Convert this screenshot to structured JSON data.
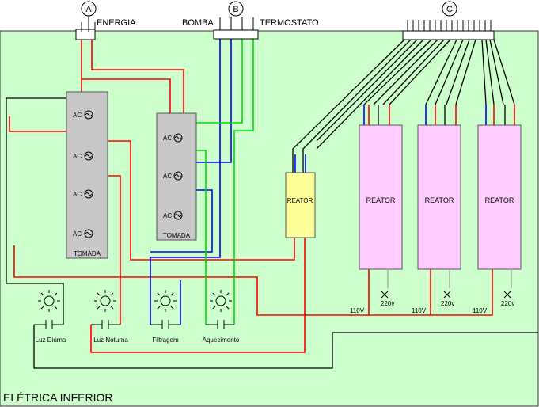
{
  "connectors": {
    "a": {
      "letter": "A",
      "label": "ENERGIA"
    },
    "b": {
      "letter": "B",
      "label_left": "BOMBA",
      "label_right": "TERMOSTATO"
    },
    "c": {
      "letter": "C"
    }
  },
  "panel_title": "ELÉTRICA INFERIOR",
  "tomada_left": {
    "label": "TOMADA",
    "outlets": [
      "AC",
      "AC",
      "AC",
      "AC"
    ]
  },
  "tomada_right": {
    "label": "TOMADA",
    "outlets": [
      "AC",
      "AC",
      "AC"
    ]
  },
  "reactors": [
    {
      "label": "REATOR"
    },
    {
      "label": "REATOR"
    },
    {
      "label": "REATOR"
    },
    {
      "label": "REATOR"
    }
  ],
  "voltages": {
    "low": "110V",
    "high": "220v"
  },
  "loads": [
    {
      "label": "Luz Diúrna"
    },
    {
      "label": "Luz Noturna"
    },
    {
      "label": "Filtragem"
    },
    {
      "label": "Aquecimento"
    }
  ],
  "colors": {
    "background": "#ccffcc",
    "red": "#ff0000",
    "blue": "#0000ff",
    "green": "#00ee00",
    "black": "#000000",
    "tomada": "#c8c8c8",
    "reactor_yellow": "#ffff99",
    "reactor_pink": "#ffccff"
  }
}
